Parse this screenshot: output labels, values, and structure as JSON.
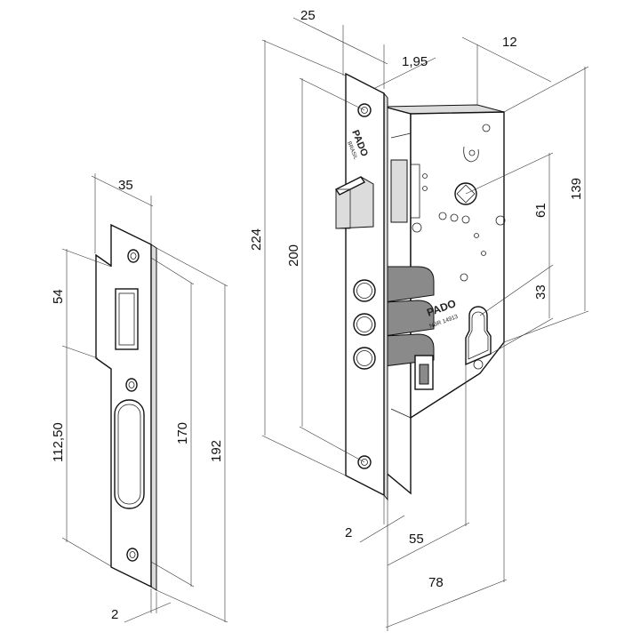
{
  "strike_plate": {
    "dims": {
      "width": "35",
      "upper_height": "54",
      "lower_height": "112,50",
      "inner_height": "170",
      "total_height": "192",
      "thickness": "2"
    }
  },
  "lock_body": {
    "dims": {
      "faceplate_width": "25",
      "faceplate_offset": "1,95",
      "depth": "12",
      "faceplate_height": "224",
      "screw_spacing": "200",
      "body_height": "139",
      "handle_to_cylinder": "61",
      "cylinder_offset": "33",
      "faceplate_thickness": "2",
      "backset": "55",
      "body_width": "78"
    },
    "brand": "PADO",
    "faceplate_mark": "BRASIL",
    "body_marks": [
      "PADO",
      "NBR 14913"
    ]
  }
}
